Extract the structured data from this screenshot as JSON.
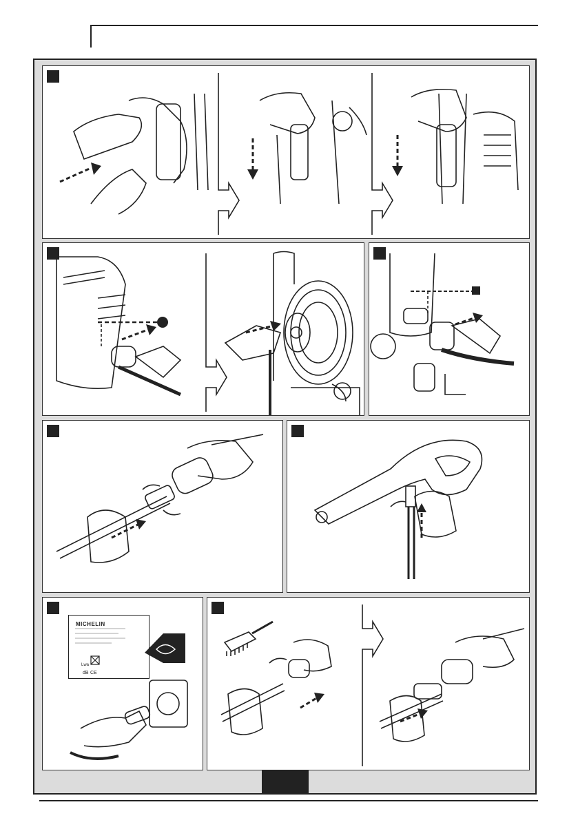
{
  "label": {
    "brand": "MICHELIN",
    "lwa": "Lwa",
    "db": "dB",
    "ce": "CE"
  },
  "icons": [
    "hand-icon",
    "arrow-icon",
    "eye-icon",
    "plug-icon",
    "brush-icon",
    "lance-icon",
    "gun-icon",
    "hose-reel-icon",
    "crossed-bin-icon"
  ],
  "colors": {
    "frame": "#222222",
    "background": "#dcdcdc",
    "panel": "#ffffff"
  }
}
